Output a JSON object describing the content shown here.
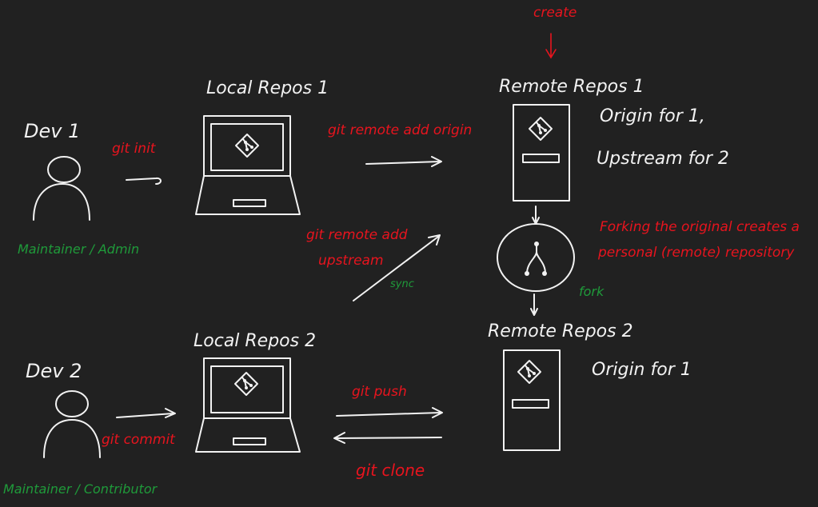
{
  "labels": {
    "create": "create",
    "remote_repos_1": "Remote Repos 1",
    "origin_for_1_top": "Origin for 1,",
    "upstream_for_2": "Upstream for 2",
    "dev_1": "Dev 1",
    "git_init": "git init",
    "local_repos_1": "Local Repos 1",
    "git_remote_add_origin": "git remote add origin",
    "maintainer_admin": "Maintainer / Admin",
    "git_remote_add": "git remote add",
    "upstream": "upstream",
    "sync": "sync",
    "forking_line1": "Forking the original creates a",
    "forking_line2": "personal (remote) repository",
    "fork": "fork",
    "remote_repos_2": "Remote Repos 2",
    "origin_for_1_bottom": "Origin for 1",
    "dev_2": "Dev 2",
    "local_repos_2": "Local Repos 2",
    "git_push": "git push",
    "git_commit": "git commit",
    "git_clone": "git clone",
    "maintainer_contributor": "Maintainer / Contributor"
  },
  "colors": {
    "background": "#212121",
    "ink": "#f2f2f2",
    "red": "#e8141e",
    "green": "#1f9a3a"
  }
}
